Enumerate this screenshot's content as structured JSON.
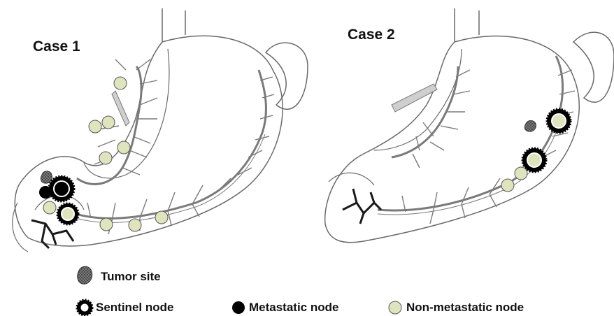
{
  "figure": {
    "case1_title": "Case 1",
    "case2_title": "Case 2"
  },
  "legend": {
    "tumor_label": "Tumor site",
    "sentinel_label": "Sentinel node",
    "metastatic_label": "Metastatic node",
    "nonmetastatic_label": "Non-metastatic node"
  },
  "colors": {
    "outline": "#6a6a6a",
    "vessel_gray": "#7a7a7a",
    "vessel_dark": "#1a1a1a",
    "node_fill": "#dfe4bf",
    "node_stroke": "#555555",
    "metastatic": "#000000",
    "tumor": "#5a5a5a"
  }
}
